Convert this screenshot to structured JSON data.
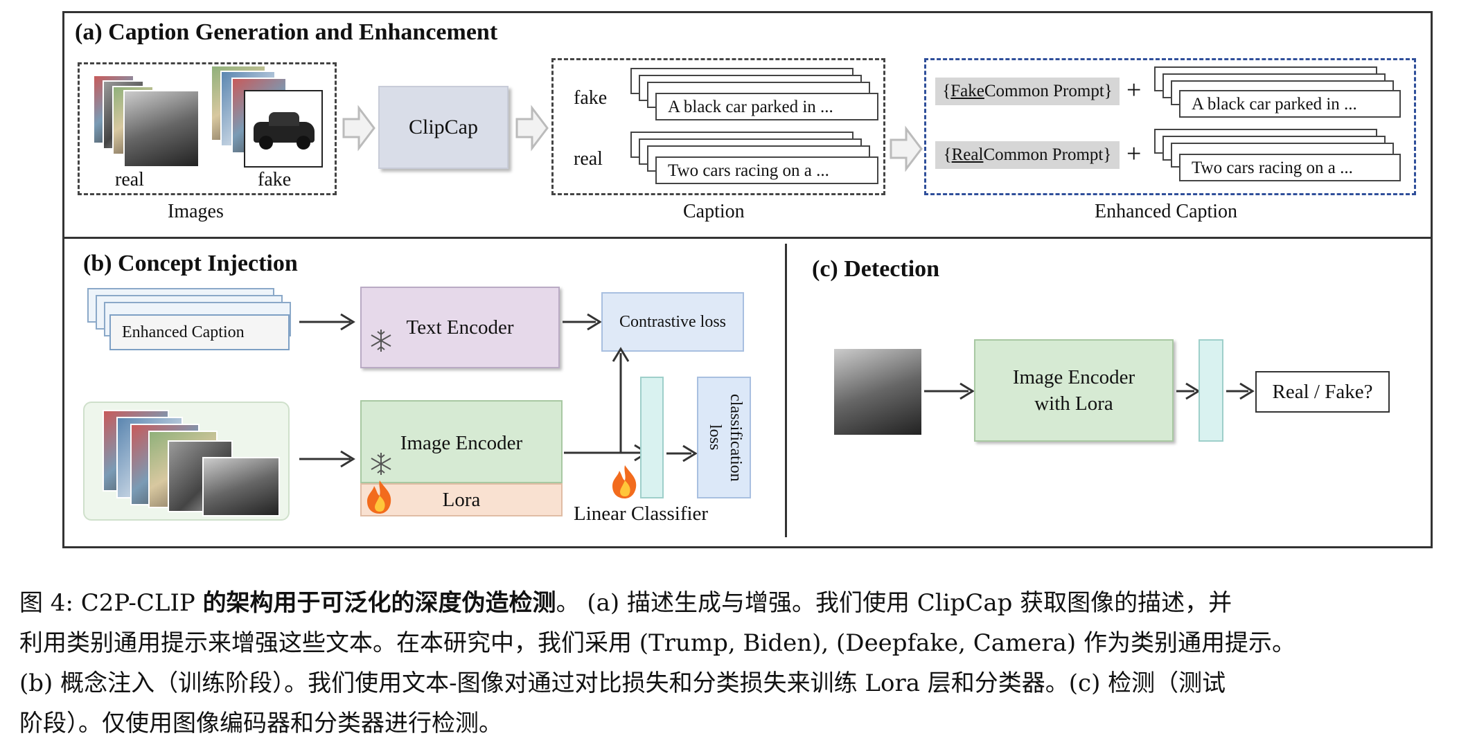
{
  "section_a": {
    "title": "(a) Caption Generation and Enhancement",
    "images_real_label": "real",
    "images_fake_label": "fake",
    "images_caption": "Images",
    "clipcap_label": "ClipCap",
    "caption_fake_label": "fake",
    "caption_real_label": "real",
    "caption_fake_text": "A black car parked in ...",
    "caption_real_text": "Two cars racing on a ...",
    "caption_caption": "Caption",
    "fake_prompt_open": "{",
    "fake_prompt_word": "Fake",
    "fake_prompt_rest": " Common Prompt}",
    "real_prompt_open": "{",
    "real_prompt_word": "Real",
    "real_prompt_rest": " Common Prompt}",
    "plus": "+",
    "enhanced_fake_text": "A black car parked in ...",
    "enhanced_real_text": "Two cars racing on a ...",
    "enhanced_caption": "Enhanced Caption"
  },
  "section_b": {
    "title": "(b) Concept Injection",
    "enhanced_caption_label": "Enhanced Caption",
    "text_encoder_label": "Text Encoder",
    "contrastive_loss_label": "Contrastive loss",
    "image_encoder_label": "Image Encoder",
    "lora_label": "Lora",
    "classification_loss_label": "classification loss",
    "linear_classifier_label": "Linear Classifier"
  },
  "section_c": {
    "title": "(c) Detection",
    "image_encoder_label": "Image Encoder with Lora",
    "output_label": "Real / Fake?"
  },
  "figure_caption": {
    "prefix": "图 4: C2P-CLIP ",
    "bold": "的架构用于可泛化的深度伪造检测",
    "rest_line1": "。 (a) 描述生成与增强。我们使用 ClipCap 获取图像的描述，并",
    "line2": "利用类别通用提示来增强这些文本。在本研究中，我们采用 (Trump, Biden), (Deepfake, Camera) 作为类别通用提示。",
    "line3": "(b) 概念注入（训练阶段）。我们使用文本-图像对通过对比损失和分类损失来训练 Lora 层和分类器。(c) 检测（测试",
    "line4": "阶段）。仅使用图像编码器和分类器进行检测。"
  },
  "colors": {
    "clipcap_fill": "#d9dde8",
    "text_encoder_fill": "#e6d9ea",
    "contrastive_fill": "#dfe9f7",
    "image_encoder_fill": "#d6ead3",
    "lora_fill": "#f9e1d1",
    "classifier_fill": "#d9f2f0",
    "cls_loss_fill": "#dce8f8",
    "prompt_fill": "#d6d6d6",
    "enhanced_border": "#2f4f9a"
  },
  "icons": [
    "snowflake-icon",
    "fire-icon",
    "arrow-icon",
    "hollow-arrow-icon"
  ]
}
